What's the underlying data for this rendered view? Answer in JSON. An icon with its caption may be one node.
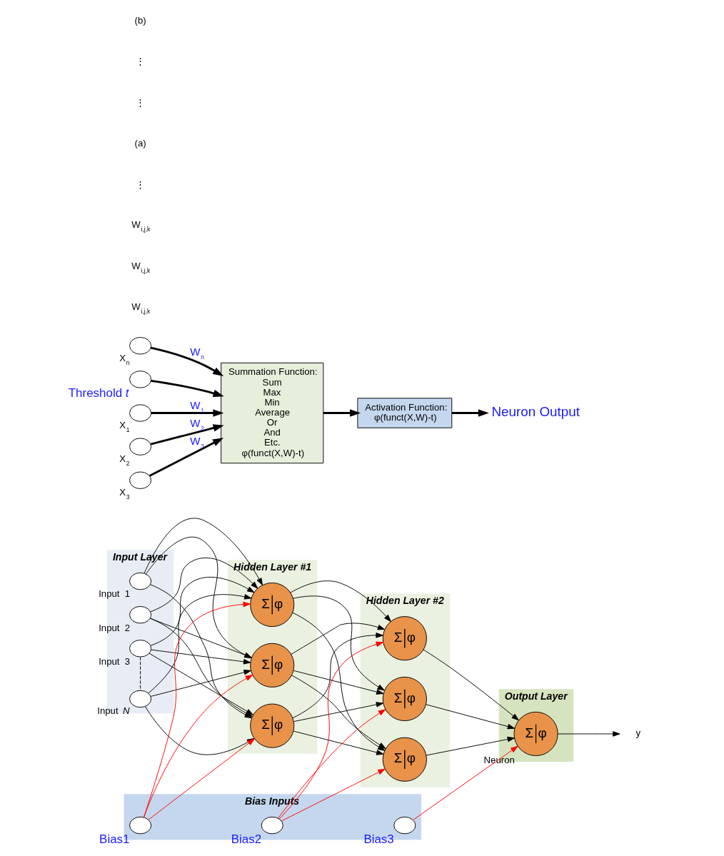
{
  "diagram": {
    "nodes": [
      {
        "text": [
          "Input Layer"
        ]
      },
      {
        "text": [
          "Hidden Layer #1"
        ]
      },
      {
        "text": [
          "Hidden Layer #2"
        ]
      },
      {
        "text": [
          "Output Layer"
        ]
      },
      {
        "text": [],
        "shape": "circle",
        "in": 0,
        "beside": [
          "Input  1"
        ]
      },
      {
        "text": [],
        "shape": "circle",
        "in": 0,
        "beside": [
          "Input  2"
        ]
      },
      {
        "text": [],
        "shape": "circle",
        "in": 0,
        "beside": [
          "Input  3"
        ]
      },
      {
        "text": [],
        "shape": "circle",
        "in": 0,
        "beside": [
          "Input  *N*"
        ]
      },
      {
        "text": [
          "Σ",
          "φ"
        ],
        "in": 1
      },
      {
        "text": [
          "Σ",
          "φ"
        ],
        "in": 1
      },
      {
        "text": [
          "Σ",
          "φ"
        ],
        "in": 1
      },
      {
        "text": [
          "Σ",
          "φ"
        ],
        "in": 2
      },
      {
        "text": [
          "Σ",
          "φ"
        ],
        "in": 2
      },
      {
        "text": [
          "Σ",
          "φ"
        ],
        "in": 2
      },
      {
        "text": [
          "Σ",
          "φ"
        ],
        "in": 3,
        "beside": [
          "Neuron"
        ]
      },
      {
        "text": [
          "y"
        ]
      },
      {
        "text": [
          "Bias Inputs"
        ]
      },
      {
        "text": [],
        "shape": "circle",
        "in": 16,
        "beside": [
          "Bias1"
        ]
      },
      {
        "text": [],
        "shape": "circle",
        "in": 16,
        "beside": [
          "Bias2"
        ]
      },
      {
        "text": [],
        "shape": "circle",
        "in": 16,
        "beside": [
          "Bias3"
        ]
      },
      {
        "text": [],
        "shape": "circle",
        "beside": [
          "X$_{1}$"
        ]
      },
      {
        "text": [],
        "shape": "circle",
        "beside": [
          "X$_{2}$"
        ]
      },
      {
        "text": [],
        "shape": "circle",
        "beside": [
          "X$_{3}$"
        ]
      },
      {
        "text": [],
        "shape": "circle",
        "beside": [
          "X$_{n}$"
        ]
      },
      {
        "text": [
          "Summation Function:",
          "Sum",
          "Max",
          "Min",
          "Average",
          "Or",
          "And",
          "Etc.",
          "φ(funct(X,W)-t)"
        ]
      },
      {
        "text": [
          "Activation Function:",
          "φ(funct(X,W)-t)"
        ]
      },
      {
        "text": [
          "Neuron Output"
        ]
      },
      {
        "text": [],
        "shape": "circle",
        "beside": [
          "Threshold *t*"
        ]
      }
    ],
    "edges": [
      {
        "from": 4,
        "to": 8,
        "arrow": "to"
      },
      {
        "from": 4,
        "to": 9,
        "arrow": "to"
      },
      {
        "from": 4,
        "to": 10,
        "arrow": "to"
      },
      {
        "from": 5,
        "to": 8,
        "arrow": "to"
      },
      {
        "from": 5,
        "to": 9,
        "arrow": "to"
      },
      {
        "from": 5,
        "to": 10,
        "arrow": "to"
      },
      {
        "from": 6,
        "to": 8,
        "arrow": "to"
      },
      {
        "from": 6,
        "to": 9,
        "arrow": "to"
      },
      {
        "from": 6,
        "to": 10,
        "arrow": "to"
      },
      {
        "from": 7,
        "to": 8,
        "arrow": "to"
      },
      {
        "from": 7,
        "to": 9,
        "arrow": "to"
      },
      {
        "from": 7,
        "to": 10,
        "arrow": "to"
      },
      {
        "from": 6,
        "to": 7,
        "arrow": "none",
        "style": "dashed"
      },
      {
        "from": 8,
        "to": 11,
        "arrow": "to"
      },
      {
        "from": 8,
        "to": 12,
        "arrow": "to"
      },
      {
        "from": 8,
        "to": 13,
        "arrow": "to"
      },
      {
        "from": 9,
        "to": 11,
        "arrow": "to"
      },
      {
        "from": 9,
        "to": 12,
        "arrow": "to"
      },
      {
        "from": 9,
        "to": 13,
        "arrow": "to"
      },
      {
        "from": 10,
        "to": 11,
        "arrow": "to"
      },
      {
        "from": 10,
        "to": 12,
        "arrow": "to"
      },
      {
        "from": 10,
        "to": 13,
        "arrow": "to"
      },
      {
        "from": 11,
        "to": 14,
        "arrow": "to"
      },
      {
        "from": 12,
        "to": 14,
        "arrow": "to"
      },
      {
        "from": 13,
        "to": 14,
        "arrow": "to"
      },
      {
        "from": 14,
        "to": 15,
        "arrow": "to"
      },
      {
        "from": 17,
        "to": 8,
        "arrow": "to",
        "color": "#ff0000"
      },
      {
        "from": 17,
        "to": 9,
        "arrow": "to",
        "color": "#ff0000"
      },
      {
        "from": 17,
        "to": 10,
        "arrow": "to",
        "color": "#ff0000"
      },
      {
        "from": 18,
        "to": 11,
        "arrow": "to",
        "color": "#ff0000"
      },
      {
        "from": 18,
        "to": 12,
        "arrow": "to",
        "color": "#ff0000"
      },
      {
        "from": 18,
        "to": 13,
        "arrow": "to",
        "color": "#ff0000"
      },
      {
        "from": 19,
        "to": 14,
        "arrow": "to",
        "color": "#ff0000"
      },
      {
        "from": 20,
        "to": 24,
        "arrow": "to",
        "label": "W$_{1}$",
        "style": "thick"
      },
      {
        "from": 21,
        "to": 24,
        "arrow": "to",
        "label": "W$_{2}$",
        "style": "thick"
      },
      {
        "from": 22,
        "to": 24,
        "arrow": "to",
        "label": "W$_{3}$",
        "style": "thick"
      },
      {
        "from": 23,
        "to": 24,
        "arrow": "to",
        "label": "W$_{n}$",
        "style": "thick"
      },
      {
        "from": 24,
        "to": 25,
        "arrow": "to",
        "style": "thick"
      },
      {
        "from": 25,
        "to": 26,
        "arrow": "to",
        "style": "thick"
      },
      {
        "from": 27,
        "to": 24,
        "arrow": "to",
        "style": "thick"
      }
    ],
    "labels": [
      "W$_{i,j,k}$",
      "W$_{i,j,k}$",
      "W$_{i,j,k}$",
      "⋮",
      "(a)",
      "⋮",
      "⋮",
      "(b)"
    ]
  }
}
